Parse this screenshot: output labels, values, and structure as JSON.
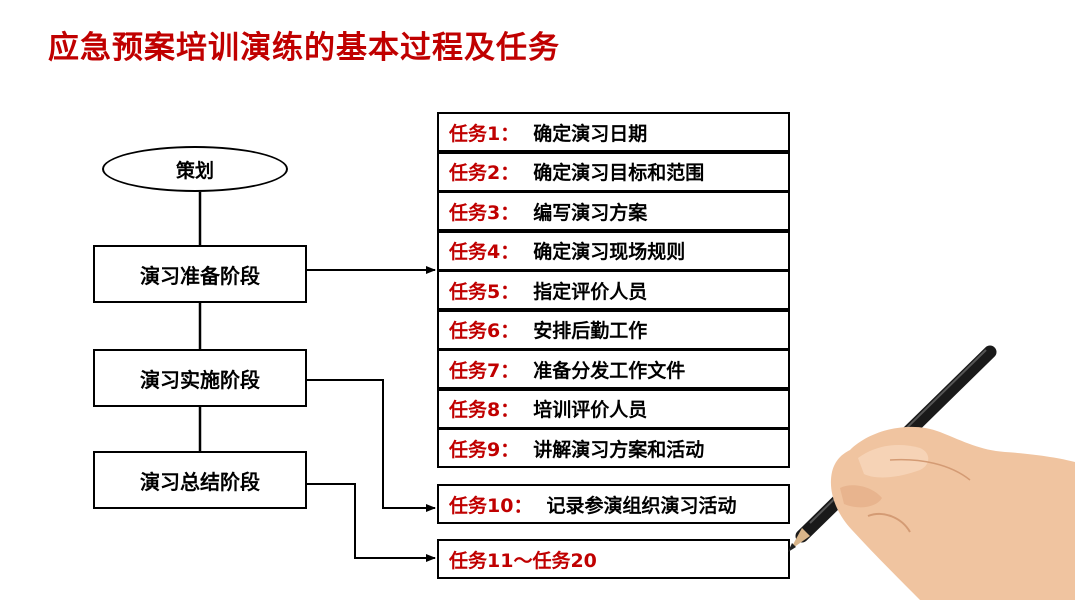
{
  "title": "应急预案培训演练的基本过程及任务",
  "planning": "策划",
  "stages": [
    "演习准备阶段",
    "演习实施阶段",
    "演习总结阶段"
  ],
  "tasks": [
    {
      "id": "任务1：",
      "desc": "确定演习日期"
    },
    {
      "id": "任务2：",
      "desc": "确定演习目标和范围"
    },
    {
      "id": "任务3：",
      "desc": "编写演习方案"
    },
    {
      "id": "任务4：",
      "desc": "确定演习现场规则"
    },
    {
      "id": "任务5：",
      "desc": "指定评价人员"
    },
    {
      "id": "任务6：",
      "desc": "安排后勤工作"
    },
    {
      "id": "任务7：",
      "desc": "准备分发工作文件"
    },
    {
      "id": "任务8：",
      "desc": "培训评价人员"
    },
    {
      "id": "任务9：",
      "desc": "讲解演习方案和活动"
    }
  ],
  "task10": {
    "id": "任务10：",
    "desc": "记录参演组织演习活动"
  },
  "task11": {
    "id": "任务11～任务20",
    "desc": ""
  },
  "colors": {
    "accent": "#c00000",
    "line": "#000000"
  }
}
